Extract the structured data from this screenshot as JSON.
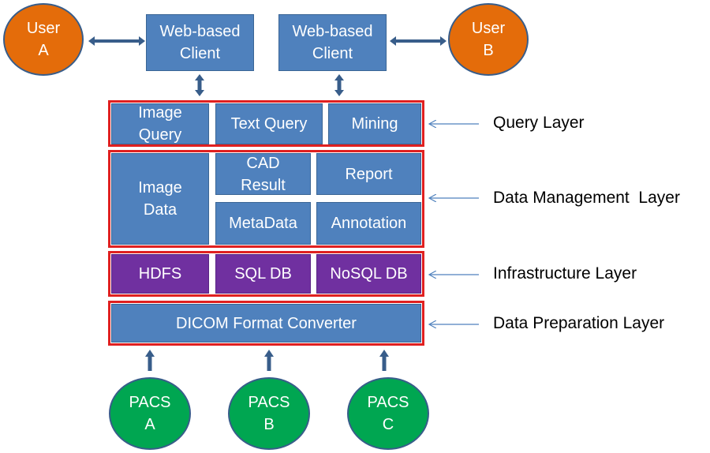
{
  "users": [
    {
      "label": "User\nA"
    },
    {
      "label": "User\nB"
    }
  ],
  "clients": [
    {
      "label": "Web-based\nClient"
    },
    {
      "label": "Web-based\nClient"
    }
  ],
  "query_layer": {
    "label": "Query Layer",
    "boxes": [
      "Image\nQuery",
      "Text Query",
      "Mining"
    ]
  },
  "data_management_layer": {
    "label": "Data Management  Layer",
    "image_data": "Image\nData",
    "cad_result": "CAD\nResult",
    "report": "Report",
    "metadata": "MetaData",
    "annotation": "Annotation"
  },
  "infrastructure_layer": {
    "label": "Infrastructure Layer",
    "boxes": [
      "HDFS",
      "SQL DB",
      "NoSQL DB"
    ]
  },
  "data_preparation_layer": {
    "label": "Data Preparation Layer",
    "converter": "DICOM Format Converter"
  },
  "pacs": [
    {
      "label": "PACS\nA"
    },
    {
      "label": "PACS\nB"
    },
    {
      "label": "PACS\nC"
    }
  ],
  "colors": {
    "box_blue": "#4f81bd",
    "infra_purple": "#7030a0",
    "user_orange": "#e46c0a",
    "pacs_green": "#00a651",
    "layer_border_red": "#e02020",
    "connector_blue": "#385d8a"
  }
}
